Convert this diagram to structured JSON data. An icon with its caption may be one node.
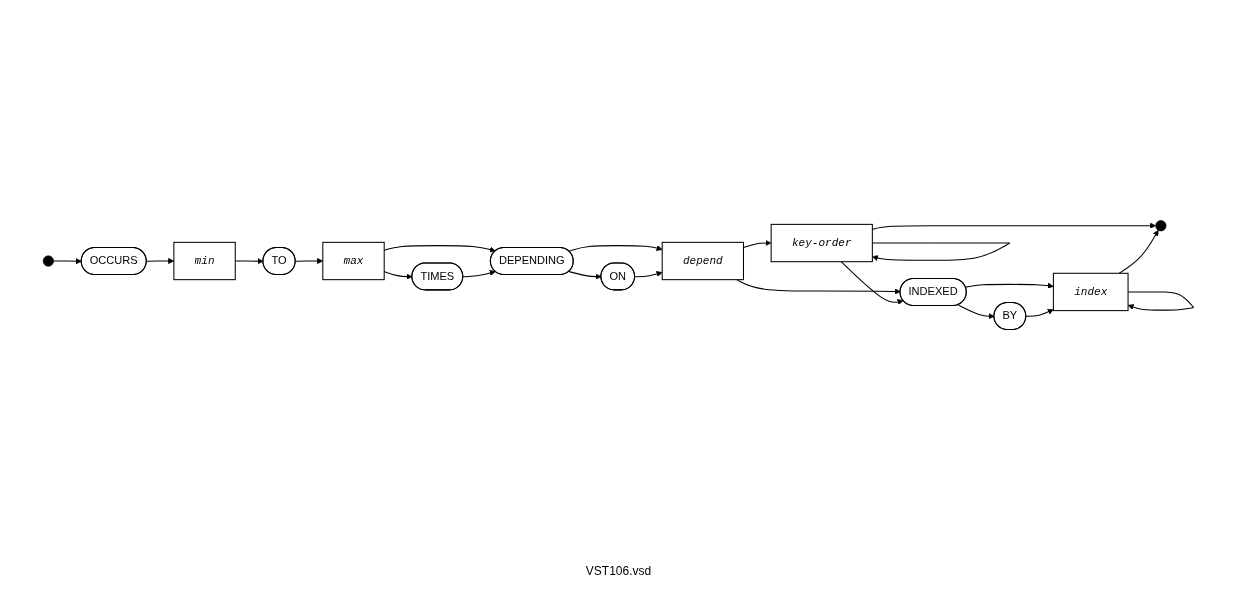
{
  "diagram": {
    "nodes": [
      {
        "text": [
          "OCCURS"
        ]
      },
      {
        "text": [
          "min"
        ]
      },
      {
        "text": [
          "TO"
        ]
      },
      {
        "text": [
          "max"
        ]
      },
      {
        "text": [
          "TIMES"
        ]
      },
      {
        "text": [
          "DEPENDING"
        ]
      },
      {
        "text": [
          "ON"
        ]
      },
      {
        "text": [
          "depend"
        ]
      },
      {
        "text": [
          "key-order"
        ]
      },
      {
        "text": [
          "INDEXED"
        ]
      },
      {
        "text": [
          "BY"
        ]
      },
      {
        "text": [
          "index"
        ]
      }
    ],
    "edges": [
      {
        "from": null,
        "to": 0,
        "arrow": "to"
      },
      {
        "from": 0,
        "to": 1,
        "arrow": "to"
      },
      {
        "from": 1,
        "to": 2,
        "arrow": "to"
      },
      {
        "from": 2,
        "to": 3,
        "arrow": "to"
      },
      {
        "from": 3,
        "to": 4,
        "arrow": "to"
      },
      {
        "from": 3,
        "to": 5,
        "arrow": "to"
      },
      {
        "from": 4,
        "to": 5,
        "arrow": "to"
      },
      {
        "from": 5,
        "to": 6,
        "arrow": "to"
      },
      {
        "from": 5,
        "to": 7,
        "arrow": "to"
      },
      {
        "from": 6,
        "to": 7,
        "arrow": "to"
      },
      {
        "from": 7,
        "to": 8,
        "arrow": "to"
      },
      {
        "from": 7,
        "to": 9,
        "arrow": "to"
      },
      {
        "from": 8,
        "to": 8,
        "arrow": "to"
      },
      {
        "from": 8,
        "to": 9,
        "arrow": "to"
      },
      {
        "from": 8,
        "to": null,
        "arrow": "to"
      },
      {
        "from": 9,
        "to": 10,
        "arrow": "to"
      },
      {
        "from": 9,
        "to": 11,
        "arrow": "to"
      },
      {
        "from": 10,
        "to": 11,
        "arrow": "to"
      },
      {
        "from": 11,
        "to": 11,
        "arrow": "to"
      },
      {
        "from": 11,
        "to": null,
        "arrow": "to"
      }
    ],
    "labels": [
      "VST106.vsd"
    ]
  }
}
